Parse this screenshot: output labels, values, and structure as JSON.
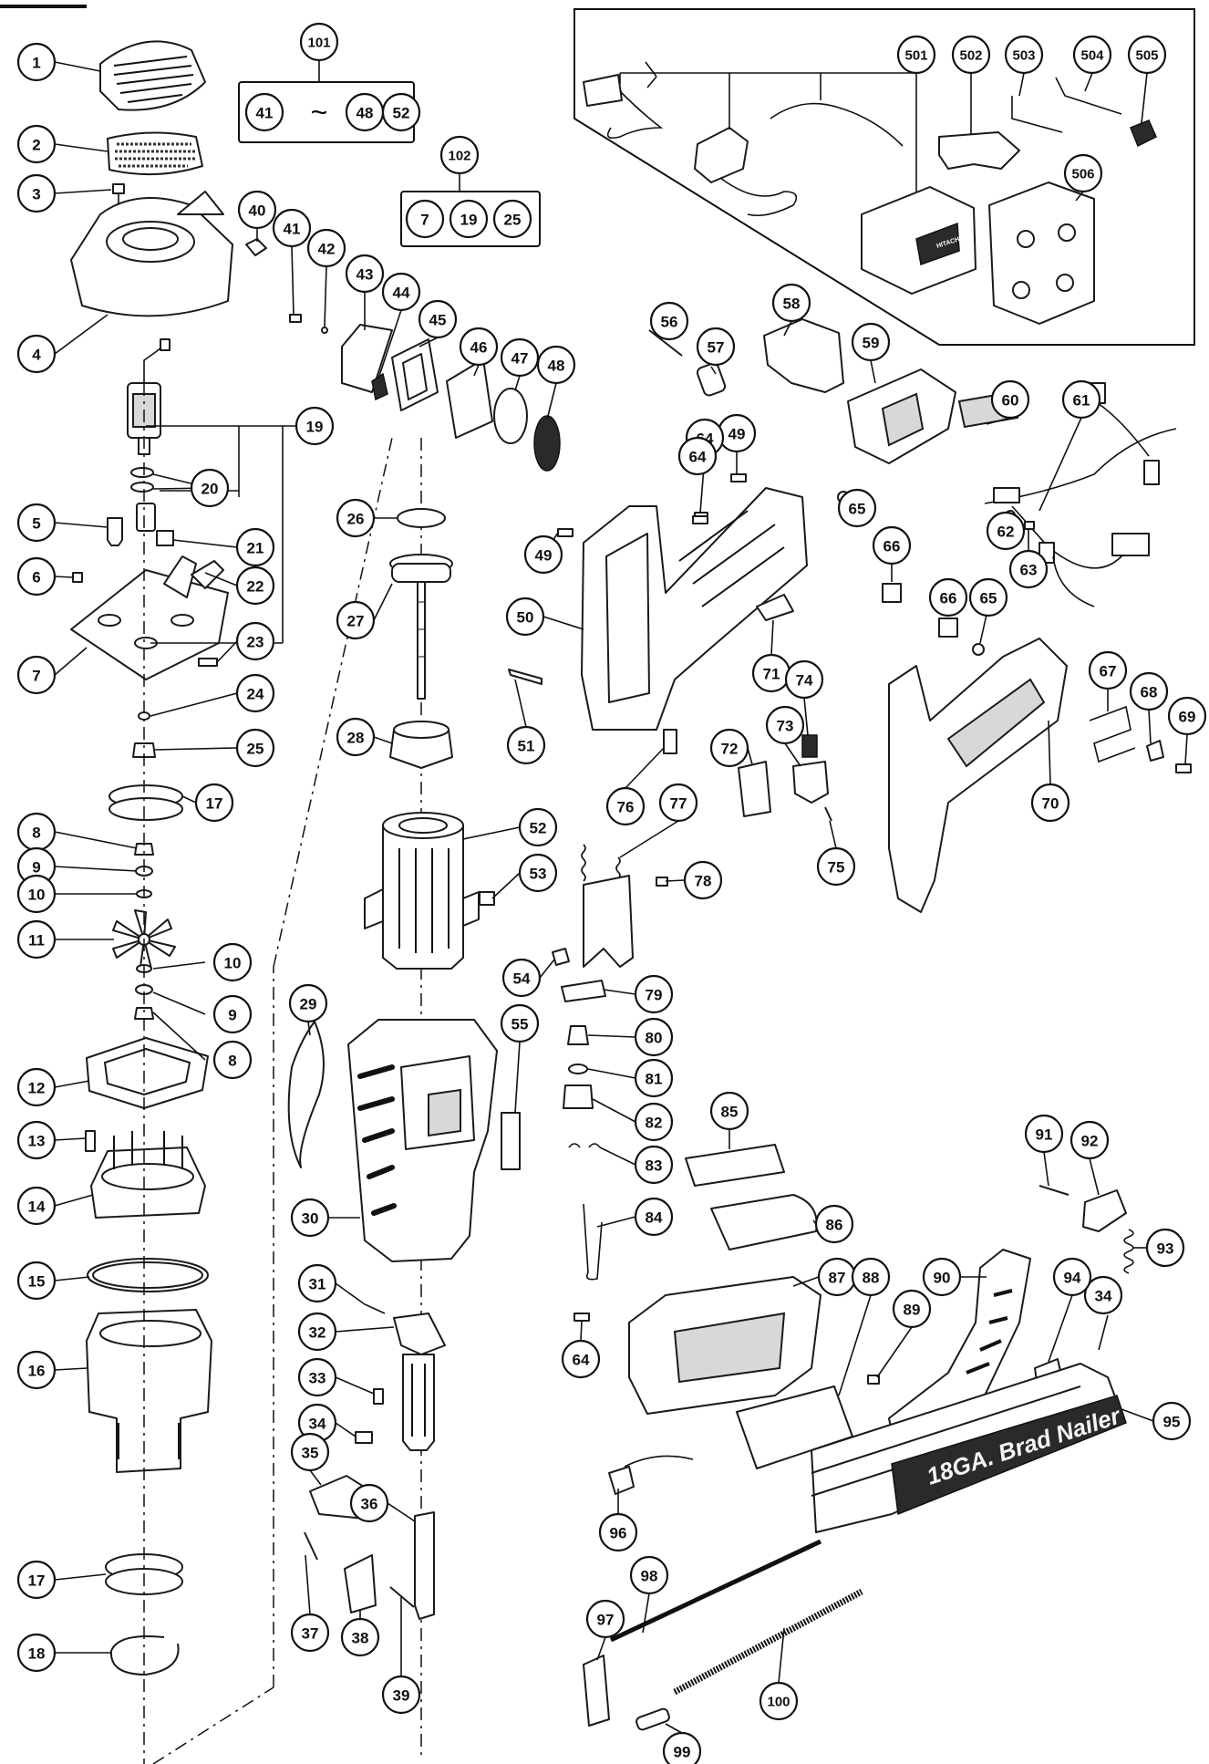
{
  "diagram": {
    "kit_101": {
      "number": "101",
      "range_start": "41",
      "separator": "~",
      "range_end": "48",
      "extra": "52"
    },
    "kit_102": {
      "number": "102",
      "items": [
        "7",
        "19",
        "25"
      ]
    },
    "tool_label": "18GA. Brad Nailer",
    "charger_sign": "HITACHI",
    "callouts": [
      "1",
      "2",
      "3",
      "4",
      "5",
      "6",
      "7",
      "8",
      "9",
      "10",
      "11",
      "12",
      "13",
      "14",
      "15",
      "16",
      "17",
      "18",
      "19",
      "20",
      "21",
      "22",
      "23",
      "24",
      "25",
      "26",
      "27",
      "28",
      "29",
      "30",
      "31",
      "32",
      "33",
      "34",
      "35",
      "36",
      "37",
      "38",
      "39",
      "40",
      "41",
      "42",
      "43",
      "44",
      "45",
      "46",
      "47",
      "48",
      "49",
      "50",
      "51",
      "52",
      "53",
      "54",
      "55",
      "56",
      "57",
      "58",
      "59",
      "60",
      "61",
      "62",
      "63",
      "64",
      "65",
      "66",
      "67",
      "68",
      "69",
      "70",
      "71",
      "72",
      "73",
      "74",
      "75",
      "76",
      "77",
      "78",
      "79",
      "80",
      "81",
      "82",
      "83",
      "84",
      "85",
      "86",
      "87",
      "88",
      "89",
      "90",
      "91",
      "92",
      "93",
      "94",
      "95",
      "96",
      "97",
      "98",
      "99",
      "100",
      "501",
      "502",
      "503",
      "504",
      "505",
      "506"
    ]
  }
}
